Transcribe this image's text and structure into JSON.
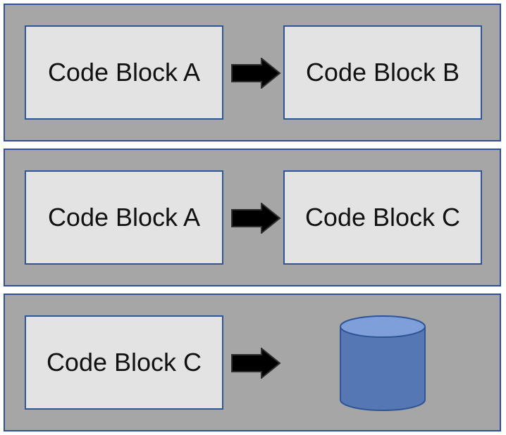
{
  "rows": [
    {
      "left_block": "Code Block A",
      "right_block": "Code Block B"
    },
    {
      "left_block": "Code Block A",
      "right_block": "Code Block C"
    },
    {
      "left_block": "Code Block C",
      "target": "database-icon"
    }
  ],
  "colors": {
    "row_fill": "#a6a6a6",
    "row_border": "#2f4f9a",
    "block_fill": "#e3e3e3",
    "block_border": "#2f5597",
    "arrow_fill": "#000000",
    "database_fill": "#5578b5",
    "database_top": "#7f9fdb",
    "database_border": "#2f5597"
  }
}
